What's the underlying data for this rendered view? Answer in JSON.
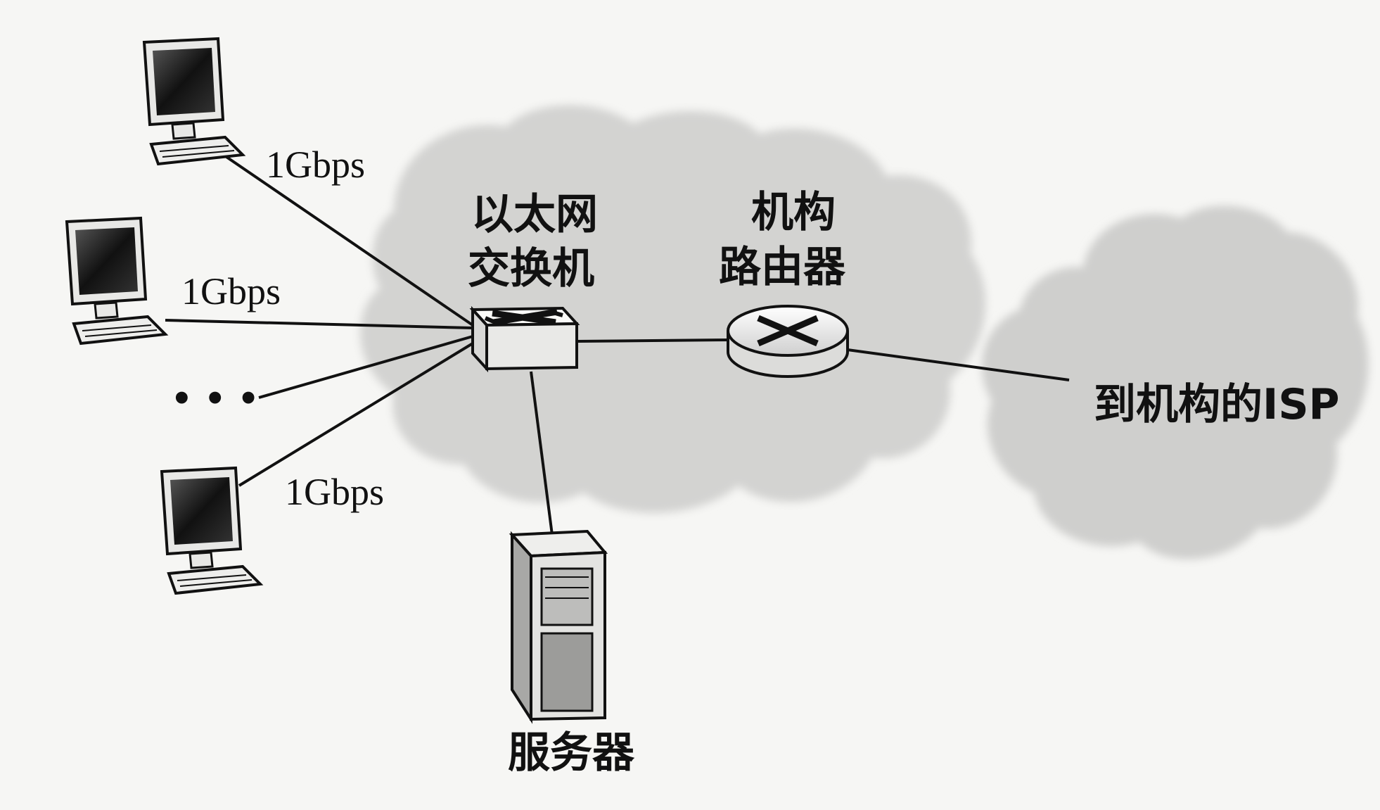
{
  "labels": {
    "link_speed_1": "1Gbps",
    "link_speed_2": "1Gbps",
    "link_speed_3": "1Gbps",
    "ellipsis": "• • •",
    "switch_line1": "以太网",
    "switch_line2": "交换机",
    "router_line1": "机构",
    "router_line2": "路由器",
    "isp": "到机构的ISP",
    "server": "服务器"
  },
  "colors": {
    "cloud": "#d0d0ce",
    "line": "#111111",
    "device_fill": "#f2f2f0",
    "screen": "#2a2a2a"
  },
  "icons": [
    "computer-icon",
    "switch-icon",
    "router-icon",
    "server-icon",
    "cloud"
  ]
}
